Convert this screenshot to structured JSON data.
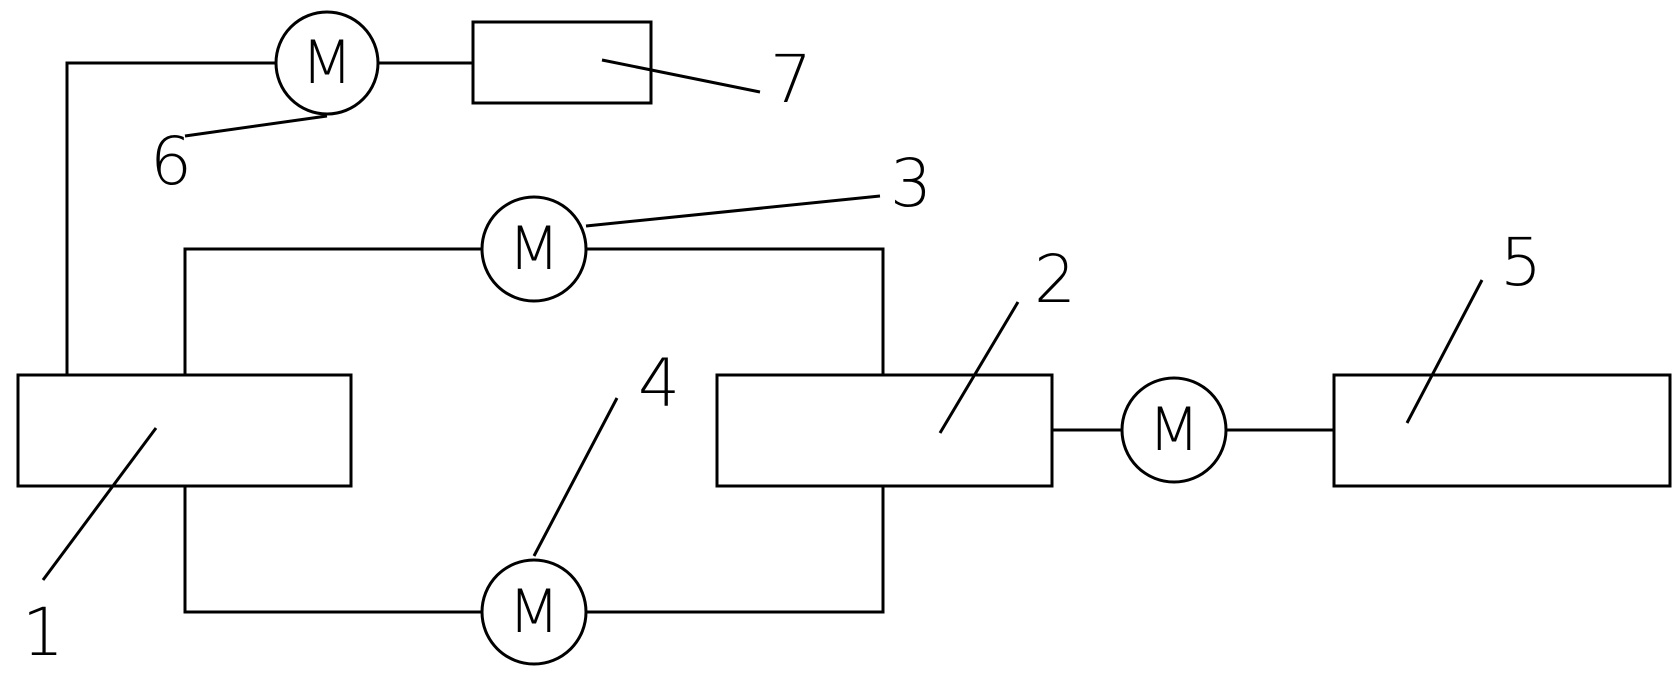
{
  "diagram": {
    "motor_symbol": "M",
    "callouts": {
      "c1": "1",
      "c2": "2",
      "c3": "3",
      "c4": "4",
      "c5": "5",
      "c6": "6",
      "c7": "7"
    }
  }
}
